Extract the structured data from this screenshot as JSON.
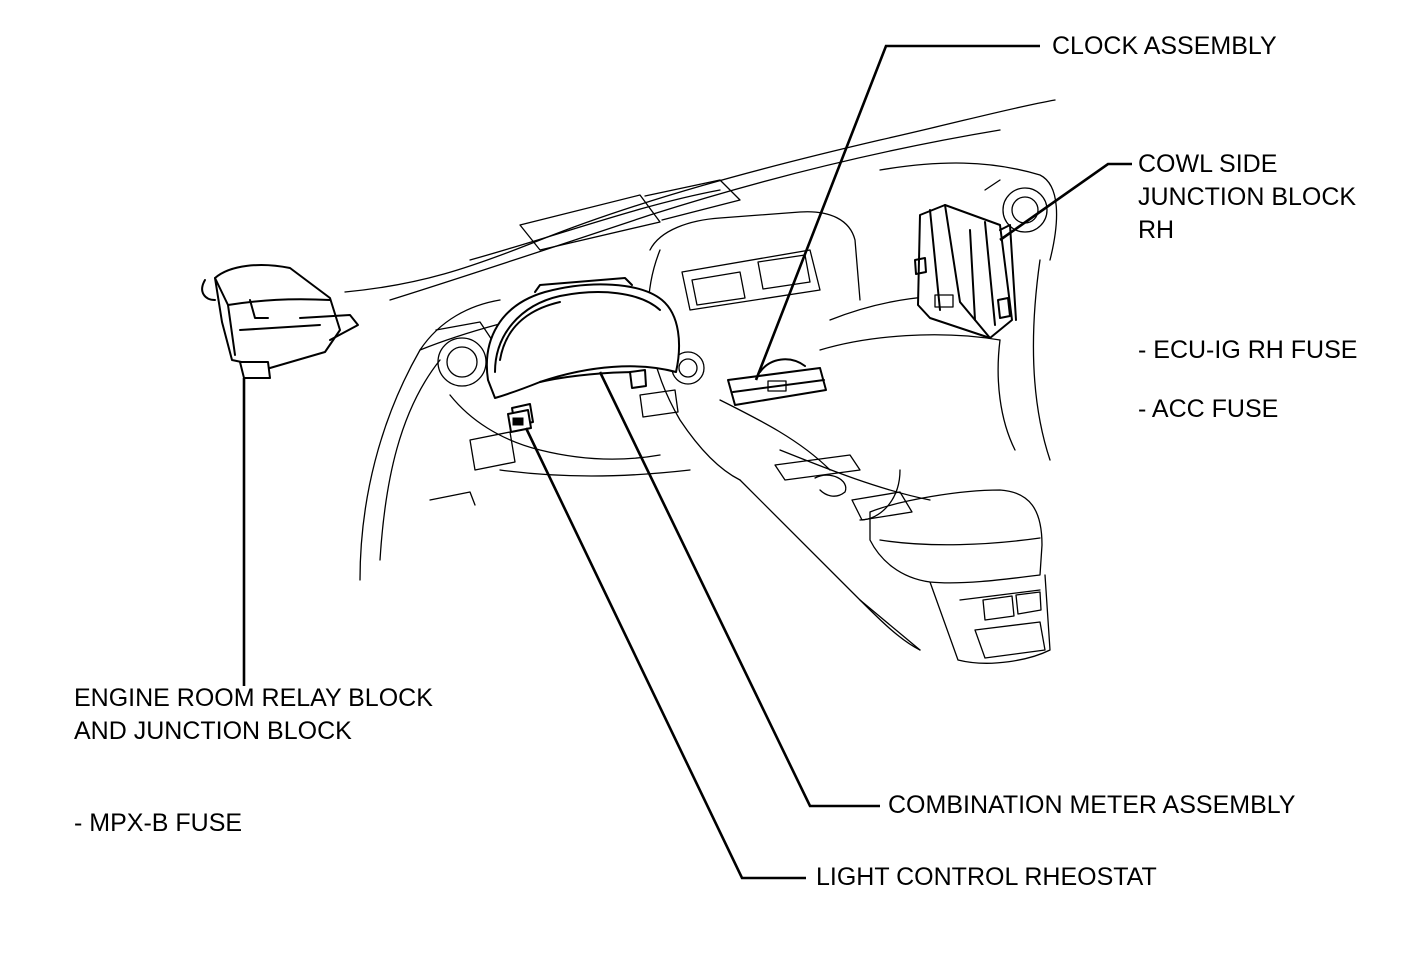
{
  "labels": {
    "clock": "CLOCK ASSEMBLY",
    "cowl_line1": "COWL SIDE",
    "cowl_line2": "JUNCTION BLOCK",
    "cowl_line3": "RH",
    "ecu_fuse": "- ECU-IG RH FUSE",
    "acc_fuse": "- ACC FUSE",
    "engine_line1": "ENGINE ROOM RELAY BLOCK",
    "engine_line2": "AND JUNCTION BLOCK",
    "mpx_fuse": "- MPX-B FUSE",
    "combination_meter": "COMBINATION METER ASSEMBLY",
    "light_control": "LIGHT CONTROL RHEOSTAT"
  },
  "colors": {
    "line": "#000000",
    "background": "#ffffff"
  }
}
